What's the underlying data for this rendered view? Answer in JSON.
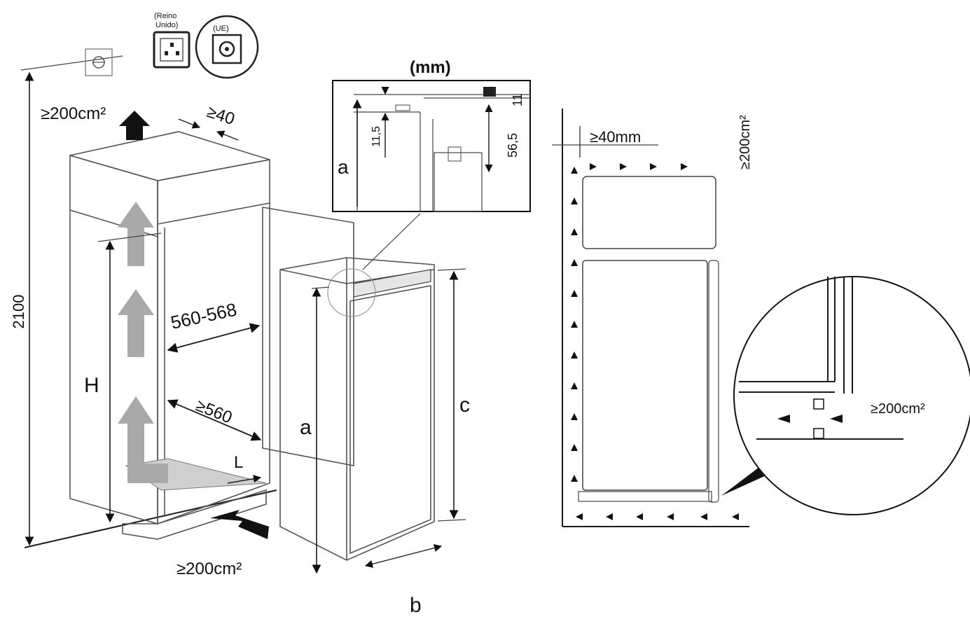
{
  "socket_labels": {
    "uk_line1": "(Reino",
    "uk_line2": "Unido)",
    "eu": "(UE)"
  },
  "left": {
    "height_total": "2100",
    "vent_top": "≥200cm²",
    "gap_top": "≥40",
    "width_range": "560-568",
    "depth_min": "≥560",
    "H": "H",
    "L": "L",
    "vent_bottom": "≥200cm²"
  },
  "center": {
    "unit": "(mm)",
    "detail_a": "a",
    "dim_11_5": "11,5",
    "dim_56_5": "56,5",
    "dim_11": "11",
    "a": "a",
    "c": "c",
    "b": "b"
  },
  "right": {
    "gap": "≥40mm",
    "vent_top": "≥200cm²",
    "vent_bottom": "≥200cm²"
  }
}
